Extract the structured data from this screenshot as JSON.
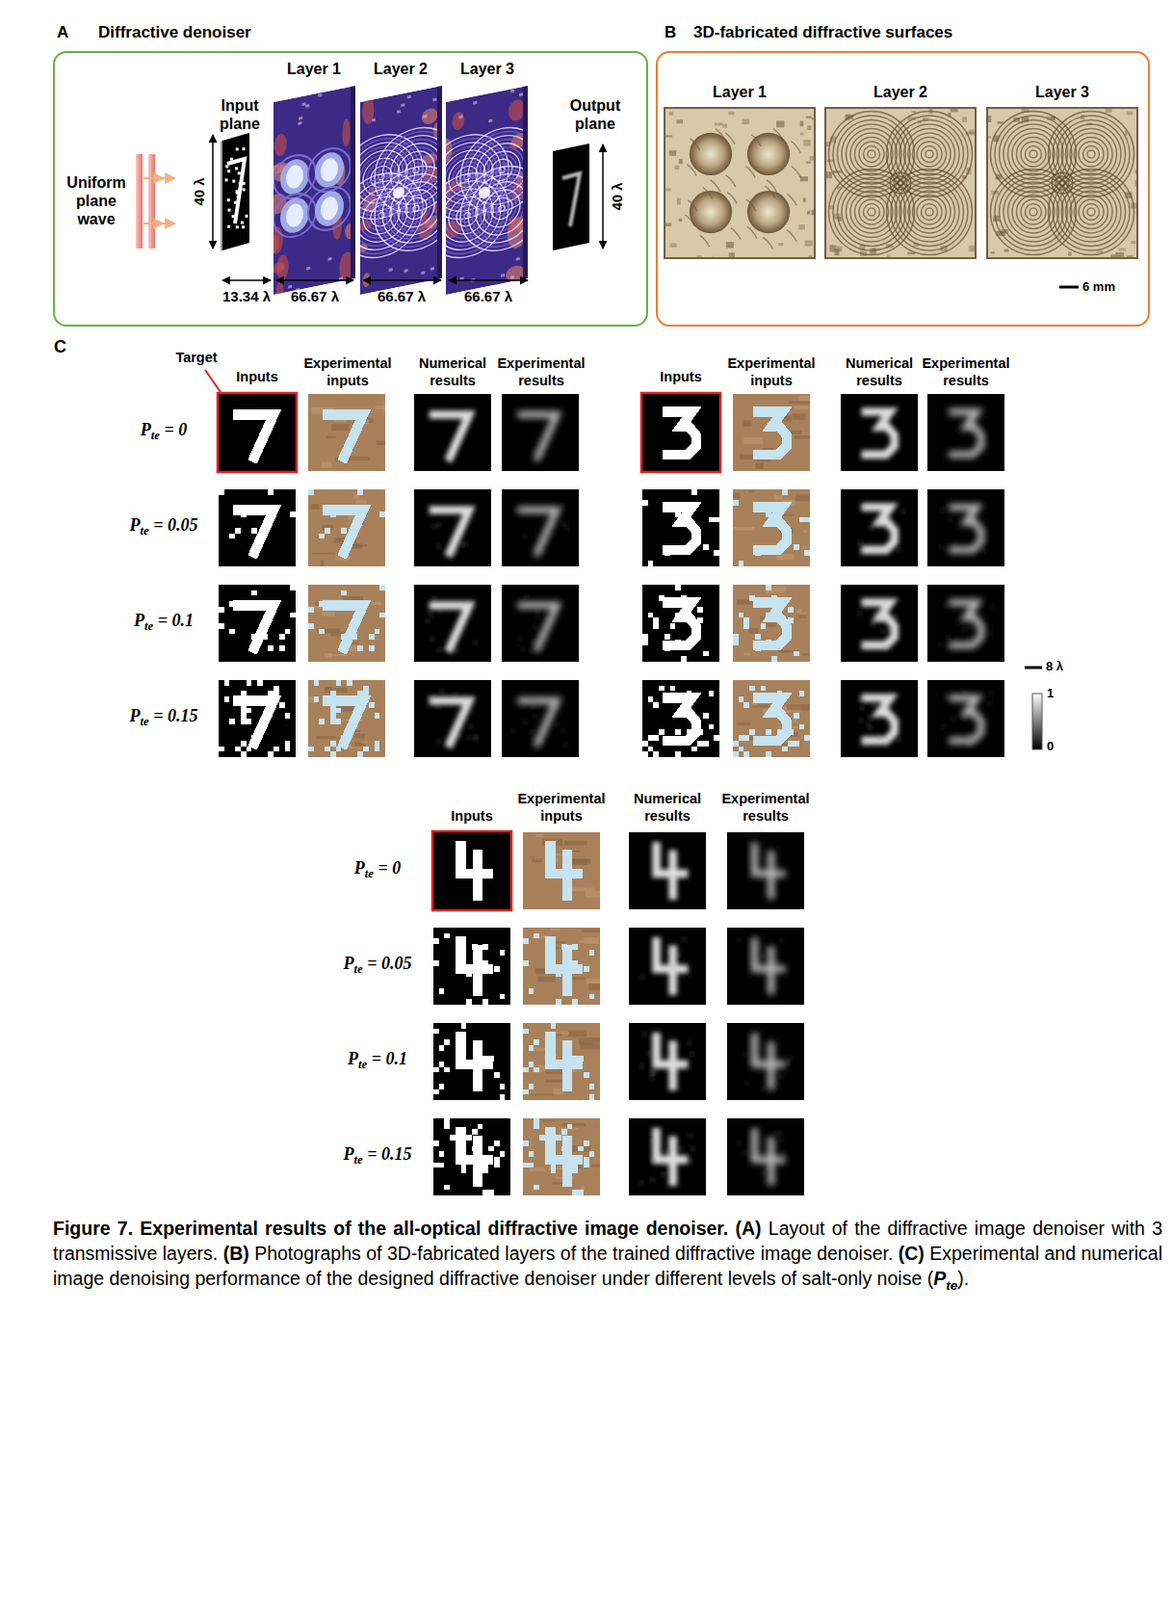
{
  "diagram": {
    "caption": "Figure 7. Experimental results of the all-optical diffractive image denoiser. (A) Layout of the diffractive image denoiser with 3 transmissive layers. (B) Photographs of 3D-fabricated layers of the trained diffractive image denoiser. (C) Experimental and numerical image denoising performance of the designed diffractive denoiser under different levels of salt-only noise (Pte).",
    "nodes": [
      {
        "text": [
          "A",
          "Diffractive denoiser"
        ]
      },
      {
        "text": [
          "B",
          "3D-fabricated diffractive surfaces"
        ]
      }
    ],
    "labels": [
      "Input plane",
      "Layer 1",
      "Layer 2",
      "Layer 3",
      "Output plane",
      "Uniform plane wave",
      "40 λ",
      "40 λ",
      "13.34 λ",
      "66.67 λ",
      "66.67 λ",
      "66.67 λ",
      "Layer 1",
      "Layer 2",
      "Layer 3",
      "6 mm",
      "C",
      "Target",
      "Inputs",
      "Experimental inputs",
      "Numerical results",
      "Experimental results",
      "Pte = 0",
      "Pte = 0.05",
      "Pte = 0.1",
      "Pte = 0.15",
      "Inputs",
      "Experimental inputs",
      "Numerical results",
      "Experimental results",
      "8 λ",
      "1",
      "0",
      "Inputs",
      "Experimental inputs",
      "Numerical results",
      "Experimental results",
      "Pte = 0",
      "Pte = 0.05",
      "Pte = 0.1",
      "Pte = 0.15"
    ]
  }
}
